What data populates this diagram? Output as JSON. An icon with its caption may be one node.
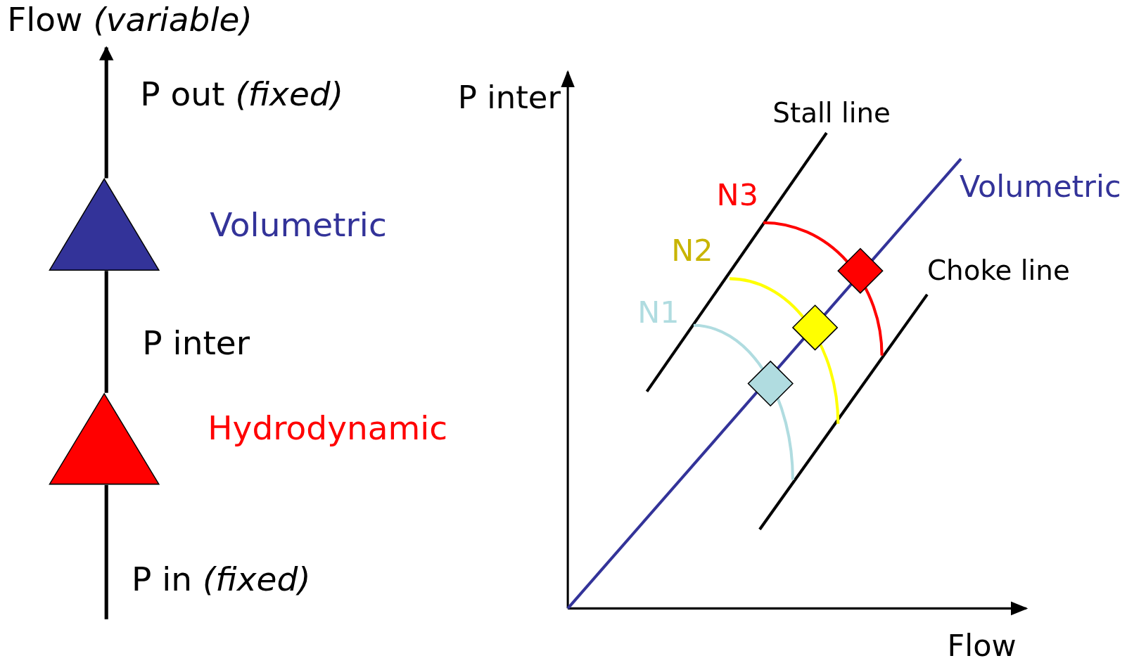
{
  "diagram": {
    "nodes": [
      {
        "text": [
          "Flow *(variable)*"
        ]
      },
      {
        "text": [],
        "shape": "triangle",
        "beside": [
          "Volumetric"
        ]
      },
      {
        "text": [],
        "shape": "triangle",
        "beside": [
          "Hydrodynamic"
        ]
      }
    ],
    "edges": [
      {
        "from": null,
        "to": 2,
        "arrow": "none"
      },
      {
        "from": 2,
        "to": 1,
        "arrow": "none"
      },
      {
        "from": 1,
        "to": 0,
        "arrow": "to"
      }
    ],
    "labels": [
      "P out *(fixed)*",
      "P inter",
      "Stall line",
      "N3",
      "Volumetric",
      "Choke line",
      "N2",
      "N1",
      "P inter",
      "P in *(fixed)*",
      "Flow"
    ]
  }
}
